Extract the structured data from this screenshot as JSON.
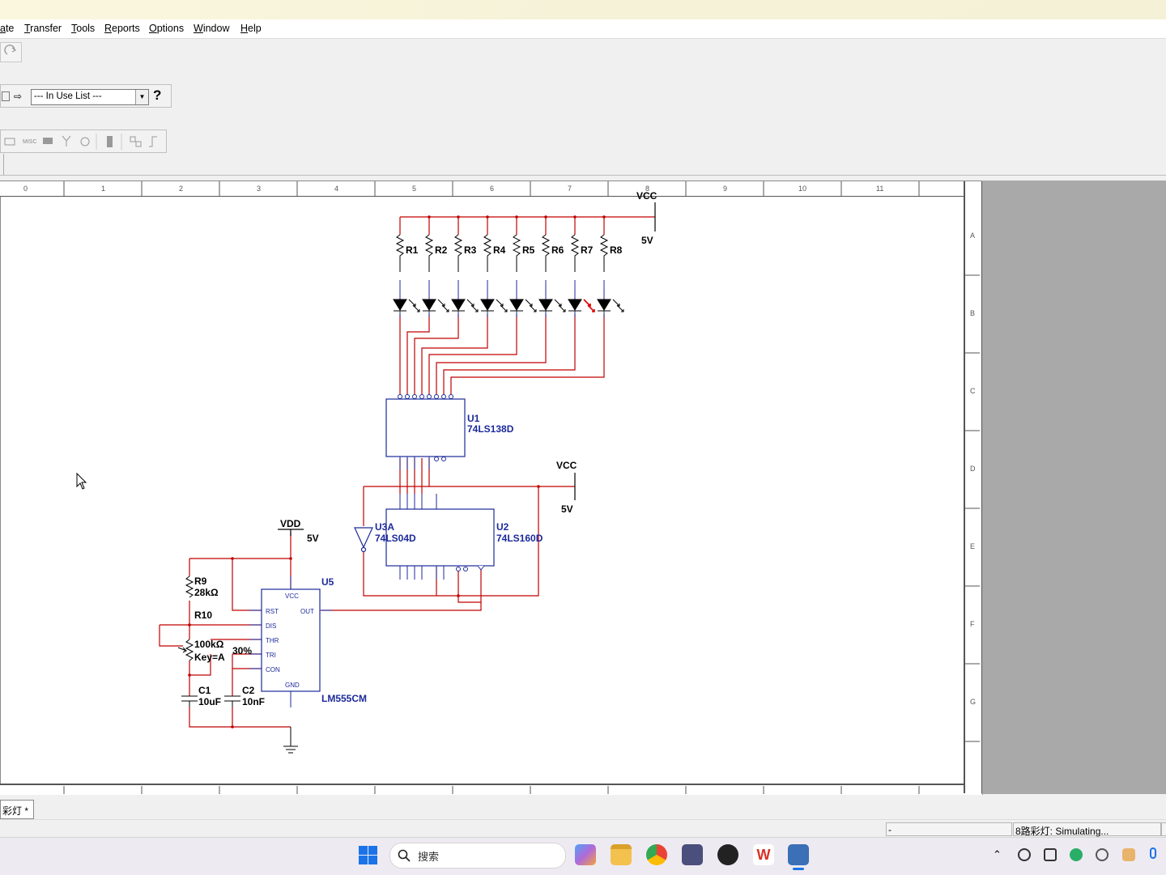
{
  "titlebar": {},
  "menu": {
    "items": [
      "ate",
      "Transfer",
      "Tools",
      "Reports",
      "Options",
      "Window",
      "Help"
    ]
  },
  "toolbar": {
    "component_list": "--- In Use List ---",
    "help_glyph": "?",
    "misc_label": "MISC"
  },
  "ruler": {
    "columns": [
      "0",
      "1",
      "2",
      "3",
      "4",
      "5",
      "6",
      "7",
      "8",
      "9",
      "10",
      "11"
    ],
    "rows": [
      "A",
      "B",
      "C",
      "D",
      "E",
      "F",
      "G"
    ]
  },
  "schematic": {
    "vcc_top": {
      "name": "VCC",
      "value": "5V"
    },
    "vcc_mid": {
      "name": "VCC",
      "value": "5V"
    },
    "vdd": {
      "name": "VDD",
      "value": "5V"
    },
    "resistors": [
      "R1",
      "R2",
      "R3",
      "R4",
      "R5",
      "R6",
      "R7",
      "R8"
    ],
    "u1": {
      "ref": "U1",
      "part": "74LS138D"
    },
    "u2": {
      "ref": "U2",
      "part": "74LS160D"
    },
    "u3": {
      "ref": "U3A",
      "part": "74LS04D"
    },
    "u5": {
      "ref": "U5",
      "part": "LM555CM"
    },
    "r9": {
      "ref": "R9",
      "value": "28kΩ"
    },
    "r10": {
      "ref": "R10",
      "value": "100kΩ",
      "key": "Key=A",
      "percent": "30%"
    },
    "c1": {
      "ref": "C1",
      "value": "10uF"
    },
    "c2": {
      "ref": "C2",
      "value": "10nF"
    },
    "u5_pins": {
      "vcc": "VCC",
      "rst": "RST",
      "out": "OUT",
      "dis": "DIS",
      "thr": "THR",
      "tri": "TRI",
      "con": "CON",
      "gnd": "GND"
    },
    "colors": {
      "wire": "#c00000",
      "part": "#1c2a9a"
    }
  },
  "tabs": {
    "active": "彩灯 *"
  },
  "status": {
    "left": "-",
    "right": "8路彩灯: Simulating..."
  },
  "taskbar": {
    "search_placeholder": "搜索"
  }
}
